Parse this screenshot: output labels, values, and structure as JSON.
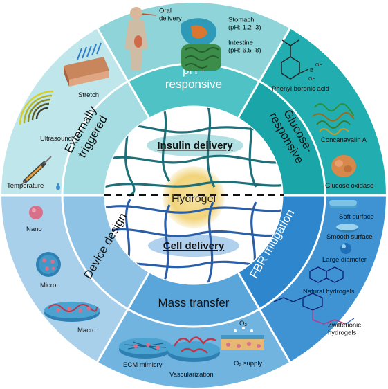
{
  "center": {
    "label": "Hydrogel",
    "top_title": "Insulin delivery",
    "bottom_title": "Cell delivery"
  },
  "sectors": {
    "ph": "pH -\nresponsive",
    "glucose": "Glucose-\nresponsive",
    "external": "Externally\ntriggered",
    "device": "Device design",
    "mass": "Mass transfer",
    "fbr": "FBR mitigation"
  },
  "outer_labels": {
    "oral": "Oral\ndelivery",
    "stomach": "Stomach\n(pH: 1.2–3)",
    "intestine": "Intestine\n(pH: 6.5–8)",
    "stretch": "Stretch",
    "ultrasound": "Ultrasound",
    "temperature": "Temperature",
    "phenyl": "Phenyl boronic acid",
    "concanavalin": "Concanavalin A",
    "glucose_oxidase": "Glucose oxidase",
    "nano": "Nano",
    "micro": "Micro",
    "macro": "Macro",
    "ecm": "ECM mimicry",
    "vascular": "Vascularization",
    "o2": "O₂ supply",
    "o2_small": "O₂",
    "soft": "Soft surface",
    "smooth": "Smooth surface",
    "large": "Large diameter",
    "natural": "Natural hydrogels",
    "zwitter": "Zwitterionic\nhydrogels"
  },
  "colors": {
    "teal_light": "#8fd3da",
    "teal_mid": "#2bb3b7",
    "teal_dark": "#17a3a6",
    "blue_light": "#a9cde8",
    "blue_mid": "#6fb0dc",
    "blue_dark": "#3a8fd0",
    "hydrogel_glow": "#f3d98a"
  }
}
